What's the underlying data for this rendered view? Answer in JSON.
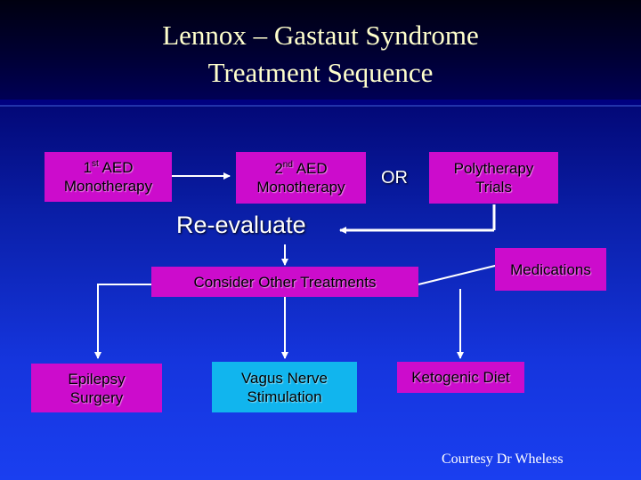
{
  "slide": {
    "title_line1": "Lennox – Gastaut Syndrome",
    "title_line2": "Treatment Sequence",
    "courtesy": "Courtesy Dr Wheless"
  },
  "nodes": {
    "first_aed": {
      "ordinal": "1",
      "sup": "st",
      "line1_rest": " AED",
      "line2": "Monotherapy"
    },
    "second_aed": {
      "ordinal": "2",
      "sup": "nd",
      "line1_rest": " AED",
      "line2": "Monotherapy"
    },
    "or_label": "OR",
    "polytherapy": {
      "line1": "Polytherapy",
      "line2": "Trials"
    },
    "reevaluate": "Re-evaluate",
    "consider_other": "Consider Other Treatments",
    "medications": "Medications",
    "epilepsy_surgery": {
      "line1": "Epilepsy",
      "line2": "Surgery"
    },
    "vns": {
      "line1": "Vagus Nerve",
      "line2": "Stimulation"
    },
    "ketogenic": "Ketogenic Diet"
  },
  "colors": {
    "title_text": "#ffffcc",
    "box_magenta": "#cc0ccc",
    "box_cyan": "#11b5ee",
    "arrow": "#ffffff"
  }
}
